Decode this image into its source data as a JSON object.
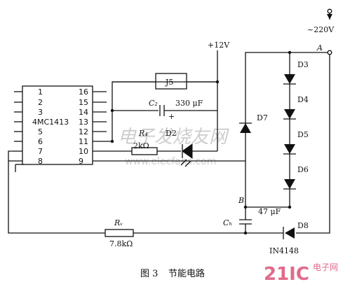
{
  "ic": {
    "name": "4MC1413",
    "left_pins": [
      "1",
      "2",
      "3",
      "4",
      "5",
      "6",
      "7",
      "8"
    ],
    "right_pins": [
      "16",
      "15",
      "14",
      "13",
      "12",
      "11",
      "10",
      "9"
    ]
  },
  "labels": {
    "supply_12v": "+12V",
    "supply_220v": "~220V",
    "node_a": "A",
    "node_b": "B",
    "relay": "J5",
    "cap_c2": "C₂",
    "cap_c2_value": "330 μF",
    "cap_c2_plus": "+",
    "r4": "R₄",
    "r4_value": "2kΩ",
    "d2": "D2",
    "d3": "D3",
    "d4": "D4",
    "d5": "D5",
    "d6": "D6",
    "d7": "D7",
    "d8": "D8",
    "c_b": "Cₕ",
    "cb_value": "47 μF",
    "r_v": "Rᵥ",
    "rv_value": "7.8kΩ",
    "in4148": "IN4148"
  },
  "caption": {
    "figure": "图 3",
    "title": "节能电路"
  },
  "watermark": {
    "text": "电子发烧友网",
    "url": "www.elecfans.com",
    "logo": "21IC",
    "logo_sub": "电子网"
  }
}
